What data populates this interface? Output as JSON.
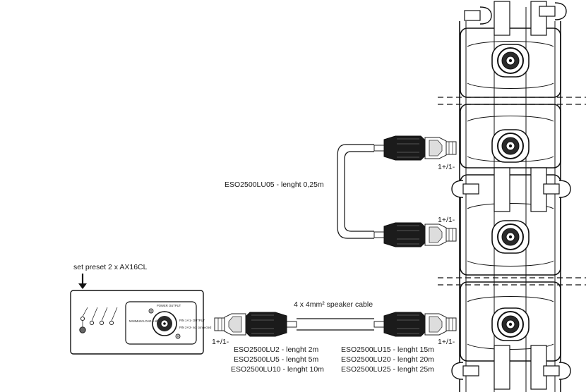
{
  "labels": {
    "set_preset": "set preset 2 x AX16CL",
    "speaker_cable": "4 x 4mm² speaker cable",
    "short_cable": "ESO2500LU05 - lenght 0,25m",
    "pin_upper_1": "1+/1-",
    "pin_upper_2": "1+/1-",
    "pin_amp": "1+/1-",
    "pin_lower": "1+/1-"
  },
  "cable_models_left": [
    "ESO2500LU2 - lenght 2m",
    "ESO2500LU5 - lenght 5m",
    "ESO2500LU10 - lenght 10m"
  ],
  "cable_models_right": [
    "ESO2500LU15 - lenght 15m",
    "ESO2500LU20 - lenght 20m",
    "ESO2500LU25 - lenght 25m"
  ],
  "amp_panel": {
    "power_output": "POWER OUTPUT",
    "min_load": "MINIMUM LOAD 8 ohm",
    "pin_output": "PIN 1+/1- OUTPUT",
    "pin_nc": "PIN 2+/2- not connected"
  }
}
